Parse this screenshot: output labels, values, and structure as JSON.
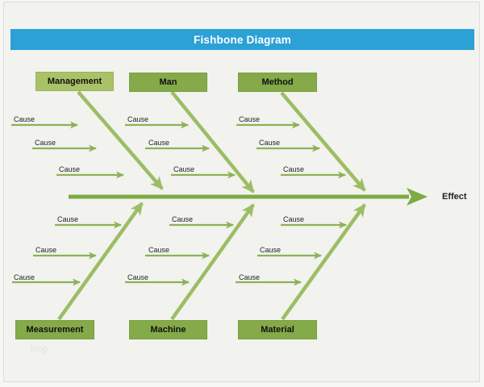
{
  "header": {
    "title": "Fishbone Diagram"
  },
  "labels": {
    "cause": "Cause",
    "effect": "Effect"
  },
  "categories": {
    "top": [
      "Management",
      "Man",
      "Method"
    ],
    "bottom": [
      "Measurement",
      "Machine",
      "Material"
    ]
  },
  "watermark": "blog",
  "colors": {
    "header_bg": "#2BA1D6",
    "header_text": "#FFFFFF",
    "box_light_green": "#A9C267",
    "box_dark_green": "#84AA49",
    "branch_arrow_green": "#9CBD63",
    "cause_arrow_green": "#8CB254",
    "spine_green": "#7CAB41",
    "background": "#F2F2EF",
    "text": "#111111"
  }
}
